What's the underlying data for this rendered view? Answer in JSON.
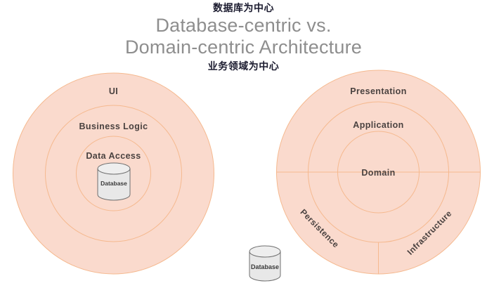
{
  "header": {
    "cn_top": "数据库为中心",
    "title_line1": "Database-centric vs.",
    "title_line2": "Domain-centric Architecture",
    "cn_bottom": "业务领域为中心"
  },
  "colors": {
    "ring_fill": "#fadacd",
    "ring_stroke": "#f5b98f",
    "label_text": "#4a4240",
    "title_text": "#8e8e8e",
    "cn_text": "#1b1b2f",
    "cylinder_fill": "#e8e8e8",
    "cylinder_stroke": "#6f6f6f"
  },
  "left_diagram": {
    "name": "database-centric-architecture",
    "rings": [
      {
        "label": "UI"
      },
      {
        "label": "Business Logic"
      },
      {
        "label": "Data Access"
      }
    ],
    "center_node": {
      "label": "Database"
    }
  },
  "right_diagram": {
    "name": "domain-centric-architecture",
    "rings": [
      {
        "label": "Presentation"
      },
      {
        "label": "Application"
      },
      {
        "label": "Domain"
      }
    ],
    "sectors": [
      {
        "label": "Persistence"
      },
      {
        "label": "Infrastructure"
      }
    ]
  },
  "external_node": {
    "label": "Database"
  }
}
